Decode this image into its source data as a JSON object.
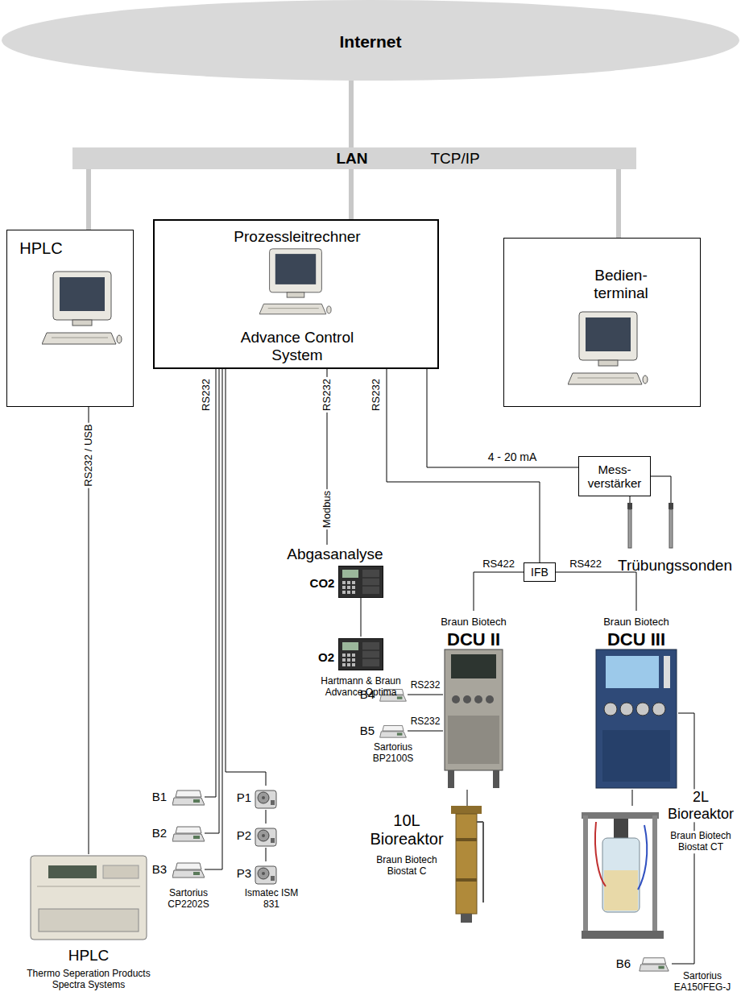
{
  "diagram": {
    "nodes": [
      {
        "text": [
          "Internet"
        ]
      },
      {
        "text": [
          "LAN",
          "TCP/IP"
        ]
      },
      {
        "text": [
          "HPLC"
        ]
      },
      {
        "text": [
          "Prozessleitrechner",
          "Advance Control System"
        ]
      },
      {
        "text": [
          "Bedien- terminal"
        ]
      },
      {
        "text": [
          "Mess- verstärker"
        ]
      },
      {
        "text": [
          "Trübungssonden"
        ]
      },
      {
        "text": [
          "Abgasanalyse",
          "CO2"
        ]
      },
      {
        "text": [
          "IFB"
        ]
      },
      {
        "text": [
          "Braun Biotech DCU II"
        ]
      },
      {
        "text": [
          "Braun Biotech DCU III"
        ]
      },
      {
        "text": [
          "O2",
          "Hartmann & Braun Advance Optima"
        ]
      },
      {
        "text": [
          "B4"
        ]
      },
      {
        "text": [
          "B5",
          "Sartorius BP2100S"
        ]
      },
      {
        "text": [
          "B1"
        ]
      },
      {
        "text": [
          "P1"
        ]
      },
      {
        "text": [
          "B2"
        ]
      },
      {
        "text": [
          "P2"
        ]
      },
      {
        "text": [
          "B3",
          "Sartorius CP2202S"
        ]
      },
      {
        "text": [
          "P3",
          "Ismatec ISM 831"
        ]
      },
      {
        "text": [
          "10L Bioreaktor",
          "Braun Biotech Biostat C"
        ]
      },
      {
        "text": [
          "2L Bioreaktor",
          "Braun Biotech Biostat CT"
        ]
      },
      {
        "text": [
          "HPLC",
          "Thermo Seperation Products Spectra Systems"
        ]
      },
      {
        "text": [
          "B6",
          "Sartorius EA150FEG-J"
        ]
      }
    ],
    "edges": [
      {
        "from": 0,
        "to": 1,
        "arrow": "none"
      },
      {
        "from": 1,
        "to": 2,
        "arrow": "none"
      },
      {
        "from": 1,
        "to": 3,
        "arrow": "none"
      },
      {
        "from": 1,
        "to": 4,
        "arrow": "none"
      },
      {
        "from": 2,
        "to": 22,
        "label": "RS232 / USB",
        "arrow": "none"
      },
      {
        "from": 3,
        "to": 14,
        "label": "RS232",
        "arrow": "none"
      },
      {
        "from": 3,
        "to": 16,
        "arrow": "none"
      },
      {
        "from": 3,
        "to": 18,
        "arrow": "none"
      },
      {
        "from": 3,
        "to": 15,
        "arrow": "none"
      },
      {
        "from": 15,
        "to": 17,
        "arrow": "none"
      },
      {
        "from": 17,
        "to": 19,
        "arrow": "none"
      },
      {
        "from": 3,
        "to": 7,
        "label": "RS232",
        "arrow": "none"
      },
      {
        "from": 7,
        "to": 11,
        "arrow": "none"
      },
      {
        "from": 3,
        "to": 8,
        "label": "RS232",
        "arrow": "none"
      },
      {
        "from": 3,
        "to": 5,
        "label": "4 - 20 mA",
        "arrow": "none"
      },
      {
        "from": 5,
        "to": 6,
        "arrow": "none"
      },
      {
        "from": 8,
        "to": 9,
        "label": "RS422",
        "arrow": "none"
      },
      {
        "from": 8,
        "to": 10,
        "label": "RS422",
        "arrow": "none"
      },
      {
        "from": 9,
        "to": 12,
        "label": "RS232",
        "arrow": "none"
      },
      {
        "from": 9,
        "to": 13,
        "label": "RS232",
        "arrow": "none"
      },
      {
        "from": 9,
        "to": 20,
        "arrow": "none"
      },
      {
        "from": 10,
        "to": 21,
        "arrow": "none"
      },
      {
        "from": 10,
        "to": 23,
        "arrow": "none"
      }
    ],
    "labels": [
      "Modbus"
    ]
  }
}
